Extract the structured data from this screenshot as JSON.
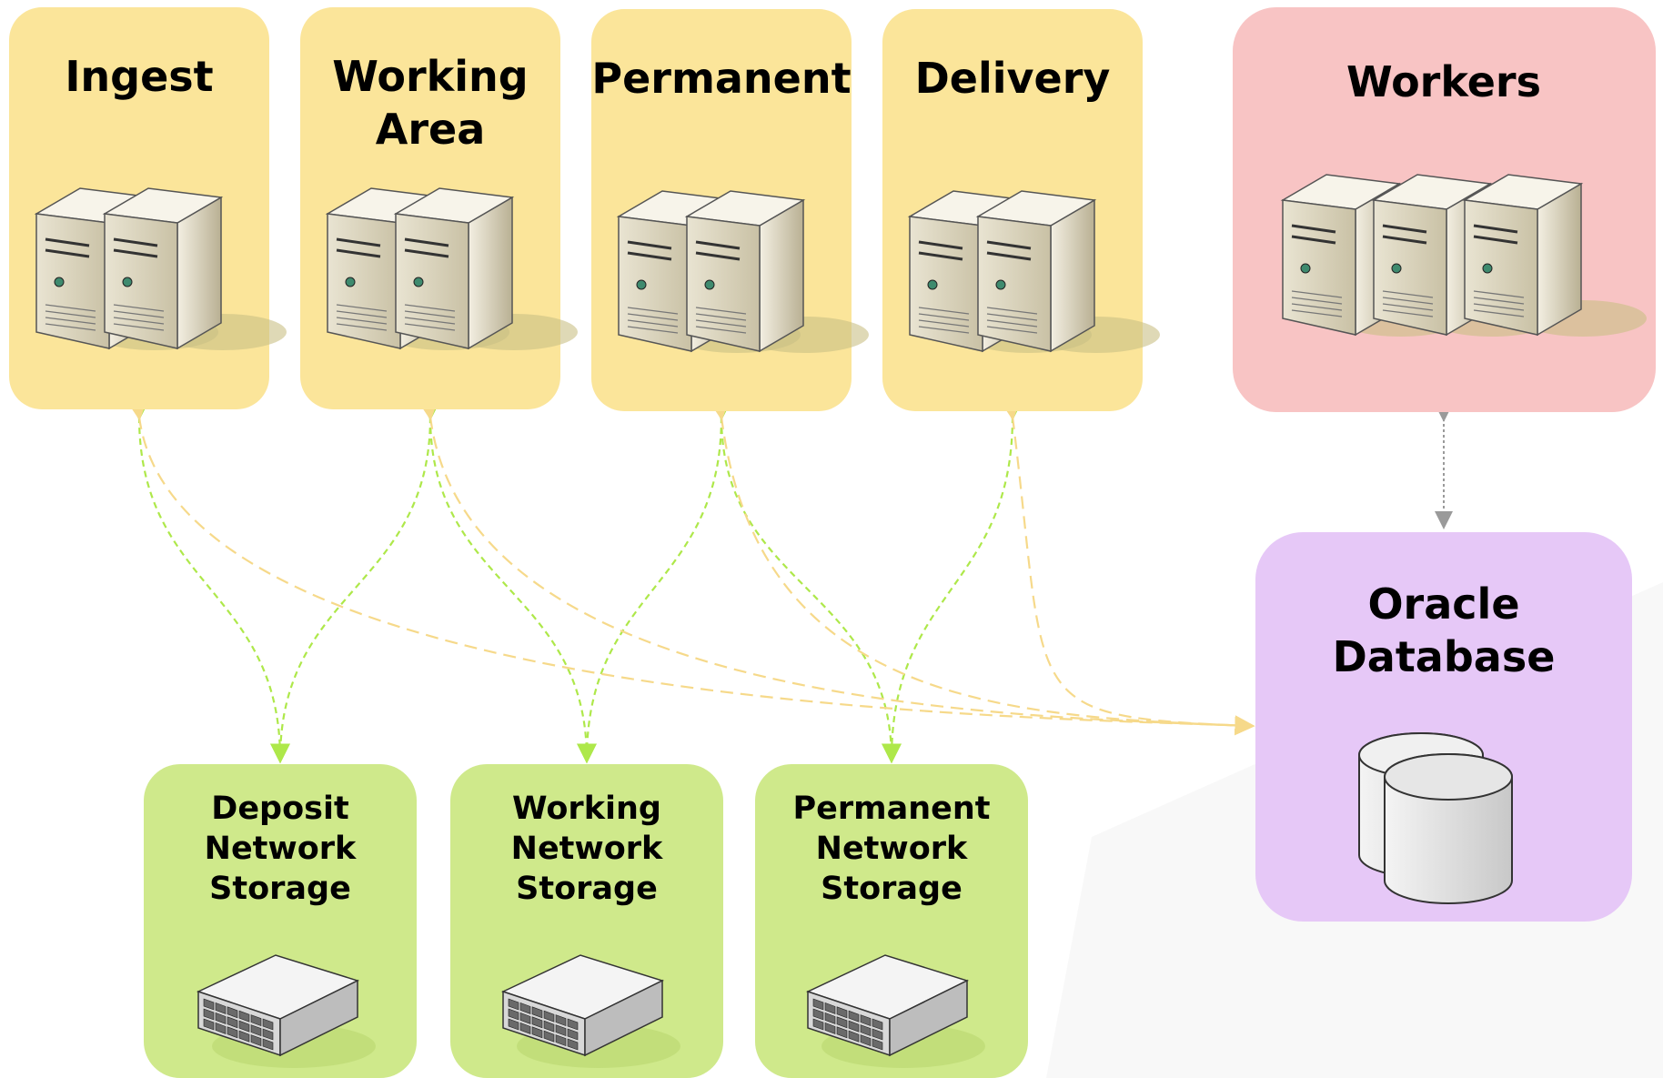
{
  "servers": [
    {
      "id": "ingest",
      "title_lines": [
        "Ingest"
      ]
    },
    {
      "id": "working-area",
      "title_lines": [
        "Working",
        "Area"
      ]
    },
    {
      "id": "permanent",
      "title_lines": [
        "Permanent"
      ]
    },
    {
      "id": "delivery",
      "title_lines": [
        "Delivery"
      ]
    }
  ],
  "workers": {
    "title_lines": [
      "Workers"
    ]
  },
  "database": {
    "title_lines": [
      "Oracle",
      "Database"
    ]
  },
  "storage": [
    {
      "id": "deposit",
      "title_lines": [
        "Deposit",
        "Network",
        "Storage"
      ]
    },
    {
      "id": "working",
      "title_lines": [
        "Working",
        "Network",
        "Storage"
      ]
    },
    {
      "id": "permanent",
      "title_lines": [
        "Permanent",
        "Network",
        "Storage"
      ]
    }
  ],
  "colors": {
    "server_fill": "#fbe59a",
    "workers_fill": "#f8c4c4",
    "database_fill": "#e6c8f7",
    "storage_fill": "#cfe98b",
    "storage_link": "#aee84a",
    "db_link": "#f6d98a",
    "worker_link": "#9a9a9a"
  },
  "links": {
    "storage": [
      {
        "server": "ingest",
        "storage": "deposit"
      },
      {
        "server": "working-area",
        "storage": "deposit"
      },
      {
        "server": "working-area",
        "storage": "working"
      },
      {
        "server": "permanent",
        "storage": "working"
      },
      {
        "server": "permanent",
        "storage": "permanent"
      },
      {
        "server": "delivery",
        "storage": "permanent"
      }
    ],
    "database": [
      "ingest",
      "working-area",
      "permanent",
      "delivery"
    ],
    "workers_database": true
  }
}
